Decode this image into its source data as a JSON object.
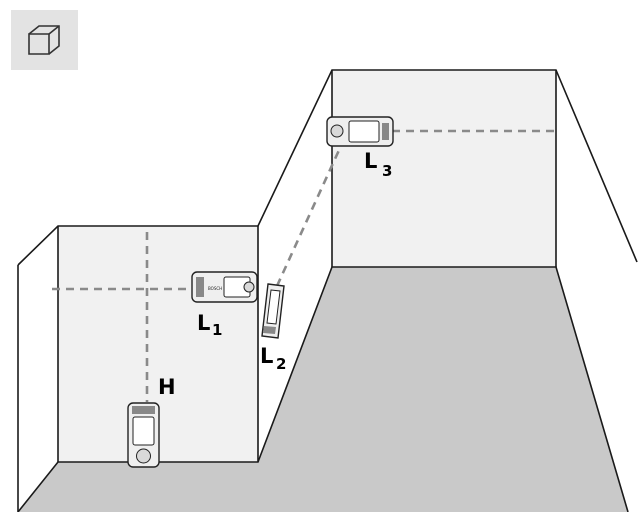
{
  "mode_icon": "area-volume-mode-icon",
  "labels": {
    "H": "H",
    "L1_main": "L",
    "L1_sub": "1",
    "L2_main": "L",
    "L2_sub": "2",
    "L3_main": "L",
    "L3_sub": "3"
  },
  "device_brand": "BOSCH",
  "colors": {
    "wall_light": "#f1f1f1",
    "floor": "#c9c9c9",
    "outline": "#1a1a1a",
    "measure_line": "#8a8a8a",
    "tile": "#e3e3e3"
  }
}
